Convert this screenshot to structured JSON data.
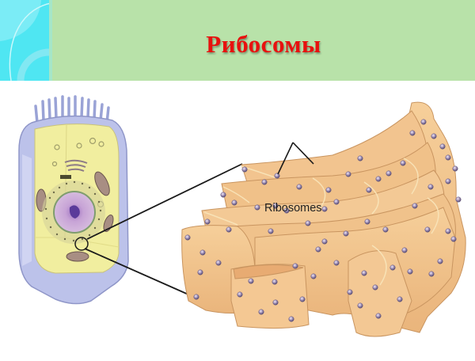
{
  "slide": {
    "title": "Рибосомы",
    "title_color": "#e8110f",
    "header_bg": "#b8e2a9",
    "accent_bg": "#4fe6f2"
  },
  "diagram": {
    "left_figure": "animal-cell-cross-section",
    "right_figure": "rough-endoplasmic-reticulum-with-ribosomes",
    "label": "Ribosomes",
    "cell_colors": {
      "membrane": "#b7bde6",
      "cytoplasm": "#f3ef9c",
      "nucleus": "#c9a6d6",
      "er": "#f1c58e",
      "ribosome": "#8a7a9e"
    }
  }
}
